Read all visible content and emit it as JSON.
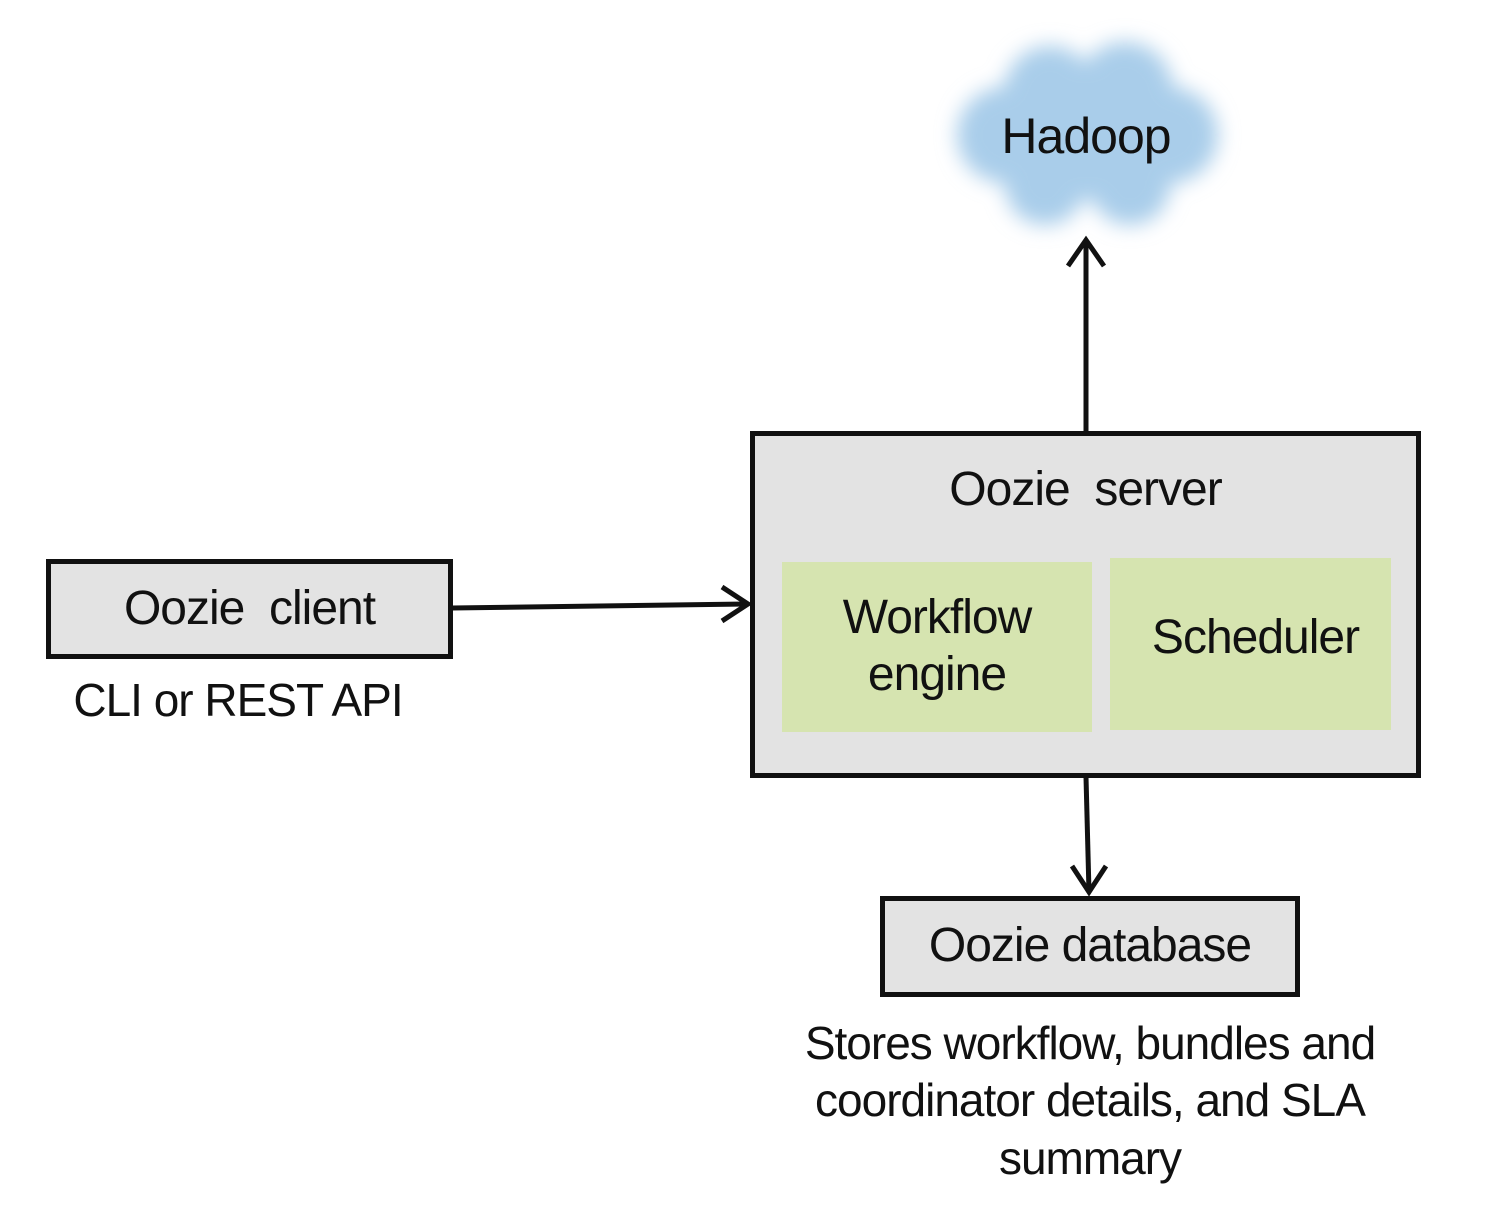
{
  "diagram": {
    "nodes": {
      "hadoop": {
        "label": "Hadoop",
        "shape": "cloud",
        "fill": "#a9cdea"
      },
      "client": {
        "label": "Oozie  client",
        "caption": "CLI or REST API",
        "fill": "#e3e3e3"
      },
      "server": {
        "label": "Oozie  server",
        "fill": "#e3e3e3",
        "components": [
          {
            "label": "Workflow engine",
            "line1": "Workflow",
            "line2": "engine",
            "fill": "#d6e4b0"
          },
          {
            "label": "Scheduler",
            "fill": "#d6e4b0"
          }
        ]
      },
      "database": {
        "label": "Oozie database",
        "caption_lines": [
          "Stores workflow, bundles and",
          "coordinator details, and SLA",
          "summary"
        ],
        "fill": "#e3e3e3"
      }
    },
    "edges": [
      {
        "from": "client",
        "to": "server"
      },
      {
        "from": "server",
        "to": "hadoop"
      },
      {
        "from": "server",
        "to": "database"
      }
    ]
  }
}
